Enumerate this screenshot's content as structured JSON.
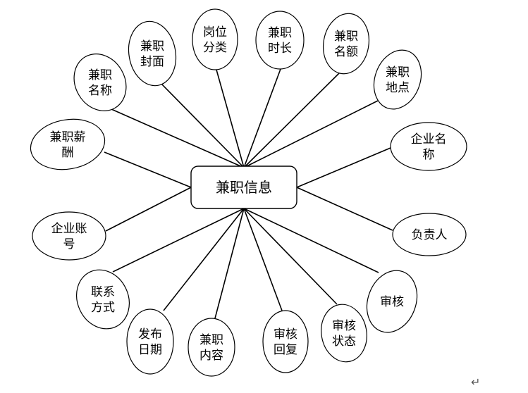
{
  "center": "兼职信息",
  "attributes": [
    [
      "兼职",
      "名称"
    ],
    [
      "兼职",
      "封面"
    ],
    [
      "岗位",
      "分类"
    ],
    [
      "兼职",
      "时长"
    ],
    [
      "兼职",
      "名额"
    ],
    [
      "兼职",
      "地点"
    ],
    [
      "兼职薪",
      "酬"
    ],
    [
      "企业名",
      "称"
    ],
    [
      "企业账",
      "号"
    ],
    [
      "负责人"
    ],
    [
      "联系",
      "方式"
    ],
    [
      "发布",
      "日期"
    ],
    [
      "兼职",
      "内容"
    ],
    [
      "审核",
      "回复"
    ],
    [
      "审核",
      "状态"
    ],
    [
      "审核"
    ]
  ],
  "return_mark": "↵"
}
